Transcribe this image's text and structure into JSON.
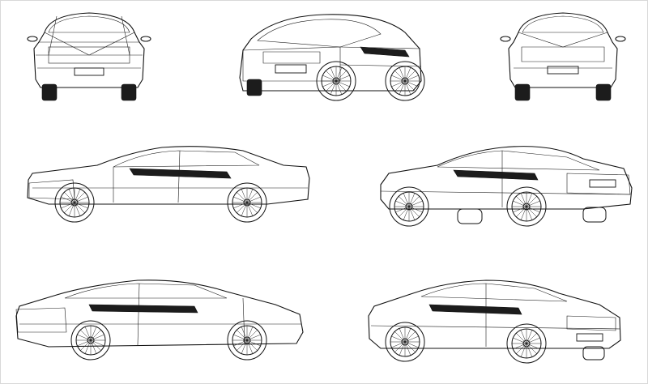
{
  "image": {
    "background": "#ffffff",
    "line_color": "#1a1a1a",
    "views": [
      {
        "id": "rear"
      },
      {
        "id": "front-three-quarter"
      },
      {
        "id": "front"
      },
      {
        "id": "left-side"
      },
      {
        "id": "rear-three-quarter-right"
      },
      {
        "id": "right-side"
      },
      {
        "id": "front-three-quarter-right"
      }
    ]
  }
}
